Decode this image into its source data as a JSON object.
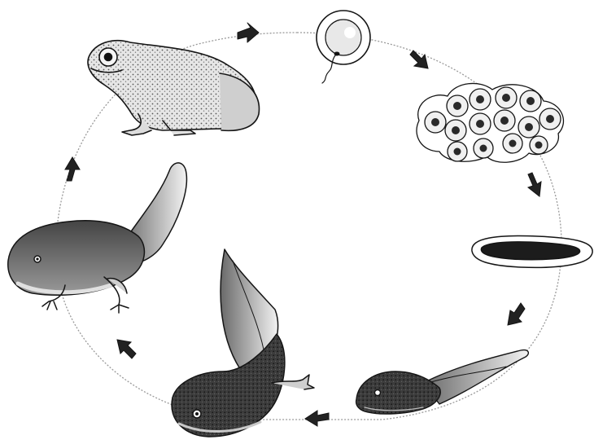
{
  "diagram": {
    "kind": "life-cycle",
    "stages": [
      {
        "id": "frog",
        "icon": "adult-frog-icon"
      },
      {
        "id": "sperm-egg",
        "icon": "fertilization-icon"
      },
      {
        "id": "eggs",
        "icon": "frog-eggs-icon"
      },
      {
        "id": "embryo",
        "icon": "embryo-icon"
      },
      {
        "id": "tadpole",
        "icon": "tadpole-icon"
      },
      {
        "id": "tadpole-hind-legs",
        "icon": "tadpole-hind-legs-icon"
      },
      {
        "id": "froglet",
        "icon": "froglet-icon"
      }
    ],
    "colors": {
      "ink": "#151515",
      "dark_shade": "#3a3a3a",
      "mid_shade": "#8c8c8c",
      "light_shade": "#d9d9d9",
      "cycle_line": "#9a9a9a",
      "background": "#ffffff"
    }
  }
}
